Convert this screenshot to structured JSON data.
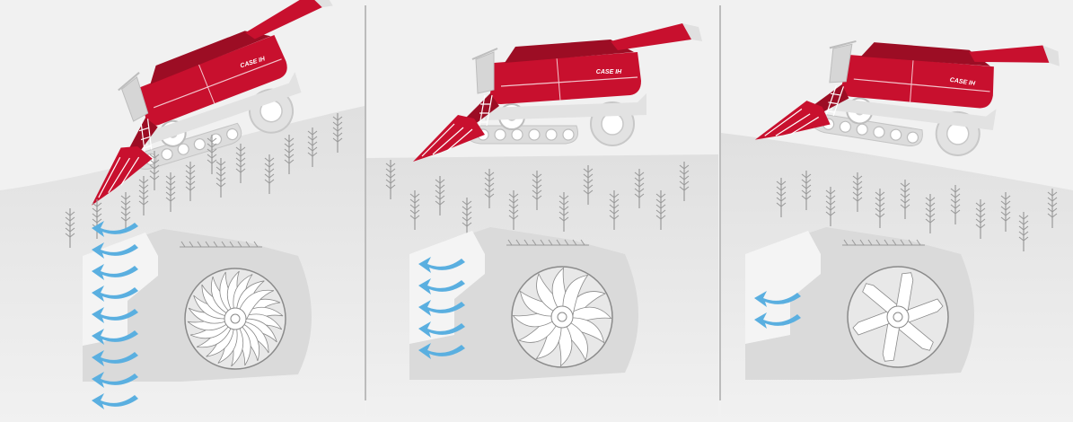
{
  "colors": {
    "background": "#f1f1f1",
    "ground": "#e3e3e3",
    "combine_red": "#c8102e",
    "combine_dark_red": "#9c0d24",
    "track_grey": "#dcdcdc",
    "wheel_grey": "#e2e2e2",
    "fan_housing": "#dadada",
    "fan_outlet": "#f4f4f4",
    "blade": "#ffffff",
    "airflow_arrow": "#5aafe0",
    "crop_stalk": "#9a9a9a",
    "divider": "#9a9a9a"
  },
  "panels": [
    {
      "id": "uphill",
      "brand_label": "CASE IH",
      "terrain": "uphill",
      "fan_blades": 22,
      "fan_style": "many-curved",
      "airflow_arrows": 9
    },
    {
      "id": "level",
      "brand_label": "CASE IH",
      "terrain": "level",
      "fan_blades": 12,
      "fan_style": "medium-curved",
      "airflow_arrows": 5
    },
    {
      "id": "downhill",
      "brand_label": "CASE IH",
      "terrain": "downhill",
      "fan_blades": 6,
      "fan_style": "few-paddle",
      "airflow_arrows": 2
    }
  ],
  "icons": {
    "airflow": "curved-arrow-icon",
    "fan": "cleaning-fan-icon",
    "crop": "wheat-stalk-icon"
  }
}
